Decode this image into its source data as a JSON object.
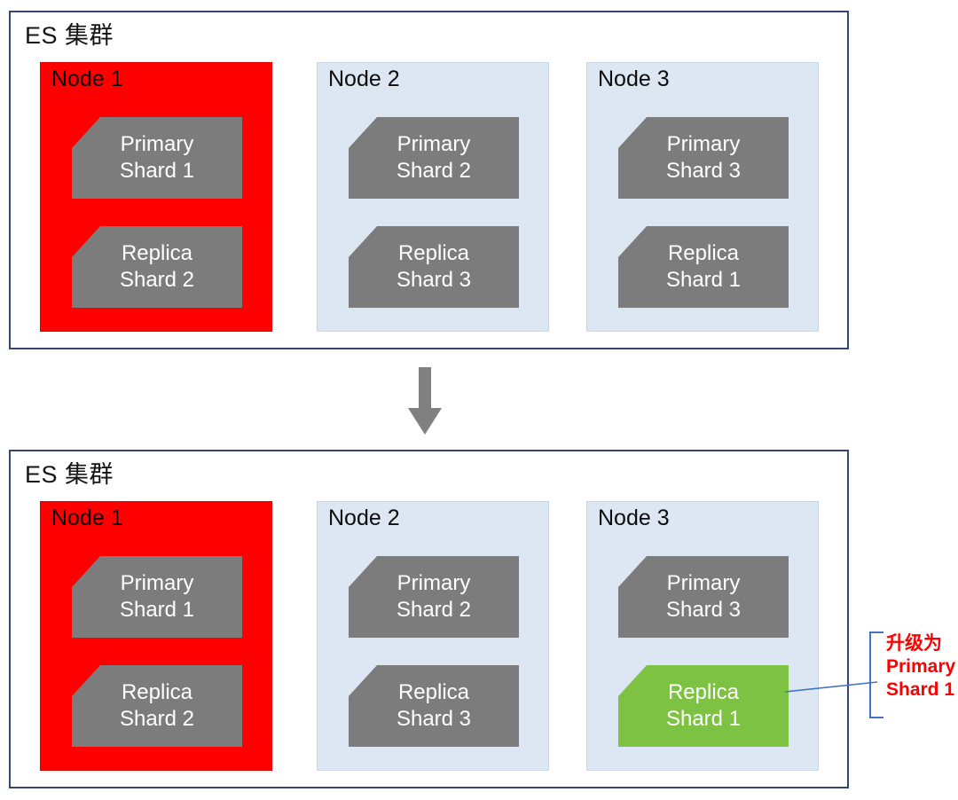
{
  "colors": {
    "frame-border": "#35476E",
    "node-normal-bg": "#DCE7F3",
    "node-normal-border": "#C9D7E9",
    "node-down-bg": "#FE0000",
    "shard-gray": "#7C7C7C",
    "shard-green": "#7DC242",
    "arrow-gray": "#808080",
    "bracket-blue": "#4472C4",
    "annotation-red": "#FF0000"
  },
  "top_cluster": {
    "title": "ES 集群",
    "nodes": [
      {
        "label": "Node 1",
        "status": "down",
        "shards": [
          {
            "lines": [
              "Primary",
              "Shard 1"
            ]
          },
          {
            "lines": [
              "Replica",
              "Shard 2"
            ]
          }
        ]
      },
      {
        "label": "Node 2",
        "status": "normal",
        "shards": [
          {
            "lines": [
              "Primary",
              "Shard 2"
            ]
          },
          {
            "lines": [
              "Replica",
              "Shard 3"
            ]
          }
        ]
      },
      {
        "label": "Node 3",
        "status": "normal",
        "shards": [
          {
            "lines": [
              "Primary",
              "Shard 3"
            ]
          },
          {
            "lines": [
              "Replica",
              "Shard 1"
            ]
          }
        ]
      }
    ]
  },
  "bottom_cluster": {
    "title": "ES 集群",
    "nodes": [
      {
        "label": "Node 1",
        "status": "down",
        "shards": [
          {
            "lines": [
              "Primary",
              "Shard 1"
            ]
          },
          {
            "lines": [
              "Replica",
              "Shard 2"
            ]
          }
        ]
      },
      {
        "label": "Node 2",
        "status": "normal",
        "shards": [
          {
            "lines": [
              "Primary",
              "Shard 2"
            ]
          },
          {
            "lines": [
              "Replica",
              "Shard 3"
            ]
          }
        ]
      },
      {
        "label": "Node 3",
        "status": "normal",
        "shards": [
          {
            "lines": [
              "Primary",
              "Shard 3"
            ]
          },
          {
            "lines": [
              "Replica",
              "Shard 1"
            ],
            "promoted": true
          }
        ]
      }
    ]
  },
  "annotation": {
    "lines": [
      "升级为",
      "Primary",
      "Shard 1"
    ]
  }
}
